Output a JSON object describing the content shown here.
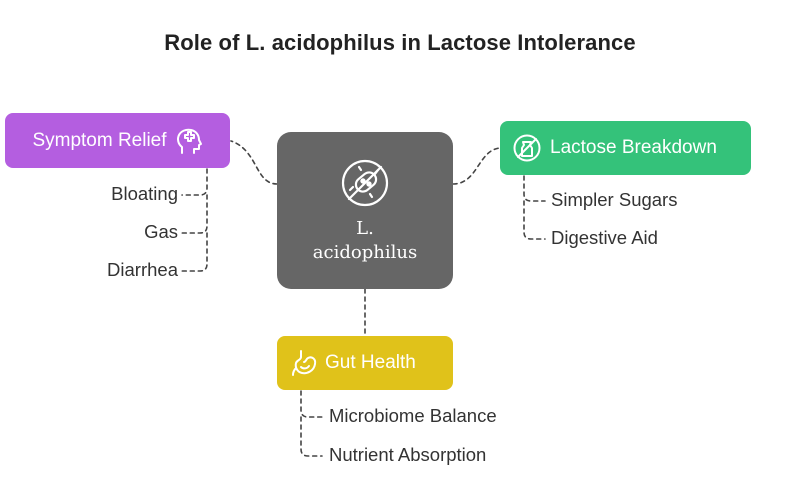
{
  "title": "Role of L. acidophilus in Lactose Intolerance",
  "colors": {
    "center": "#666666",
    "symptom_relief": "#b45ee0",
    "lactose_breakdown": "#34c27a",
    "gut_health": "#e0c21a",
    "connector": "#444444"
  },
  "center": {
    "label_line1": "L.",
    "label_line2": "acidophilus",
    "icon": "bacteria-icon"
  },
  "branches": {
    "symptom_relief": {
      "label": "Symptom Relief",
      "icon": "head-medical-icon",
      "items": [
        "Bloating",
        "Gas",
        "Diarrhea"
      ]
    },
    "lactose_breakdown": {
      "label": "Lactose Breakdown",
      "icon": "no-milk-icon",
      "items": [
        "Simpler Sugars",
        "Digestive Aid"
      ]
    },
    "gut_health": {
      "label": "Gut Health",
      "icon": "stomach-icon",
      "items": [
        "Microbiome Balance",
        "Nutrient Absorption"
      ]
    }
  }
}
